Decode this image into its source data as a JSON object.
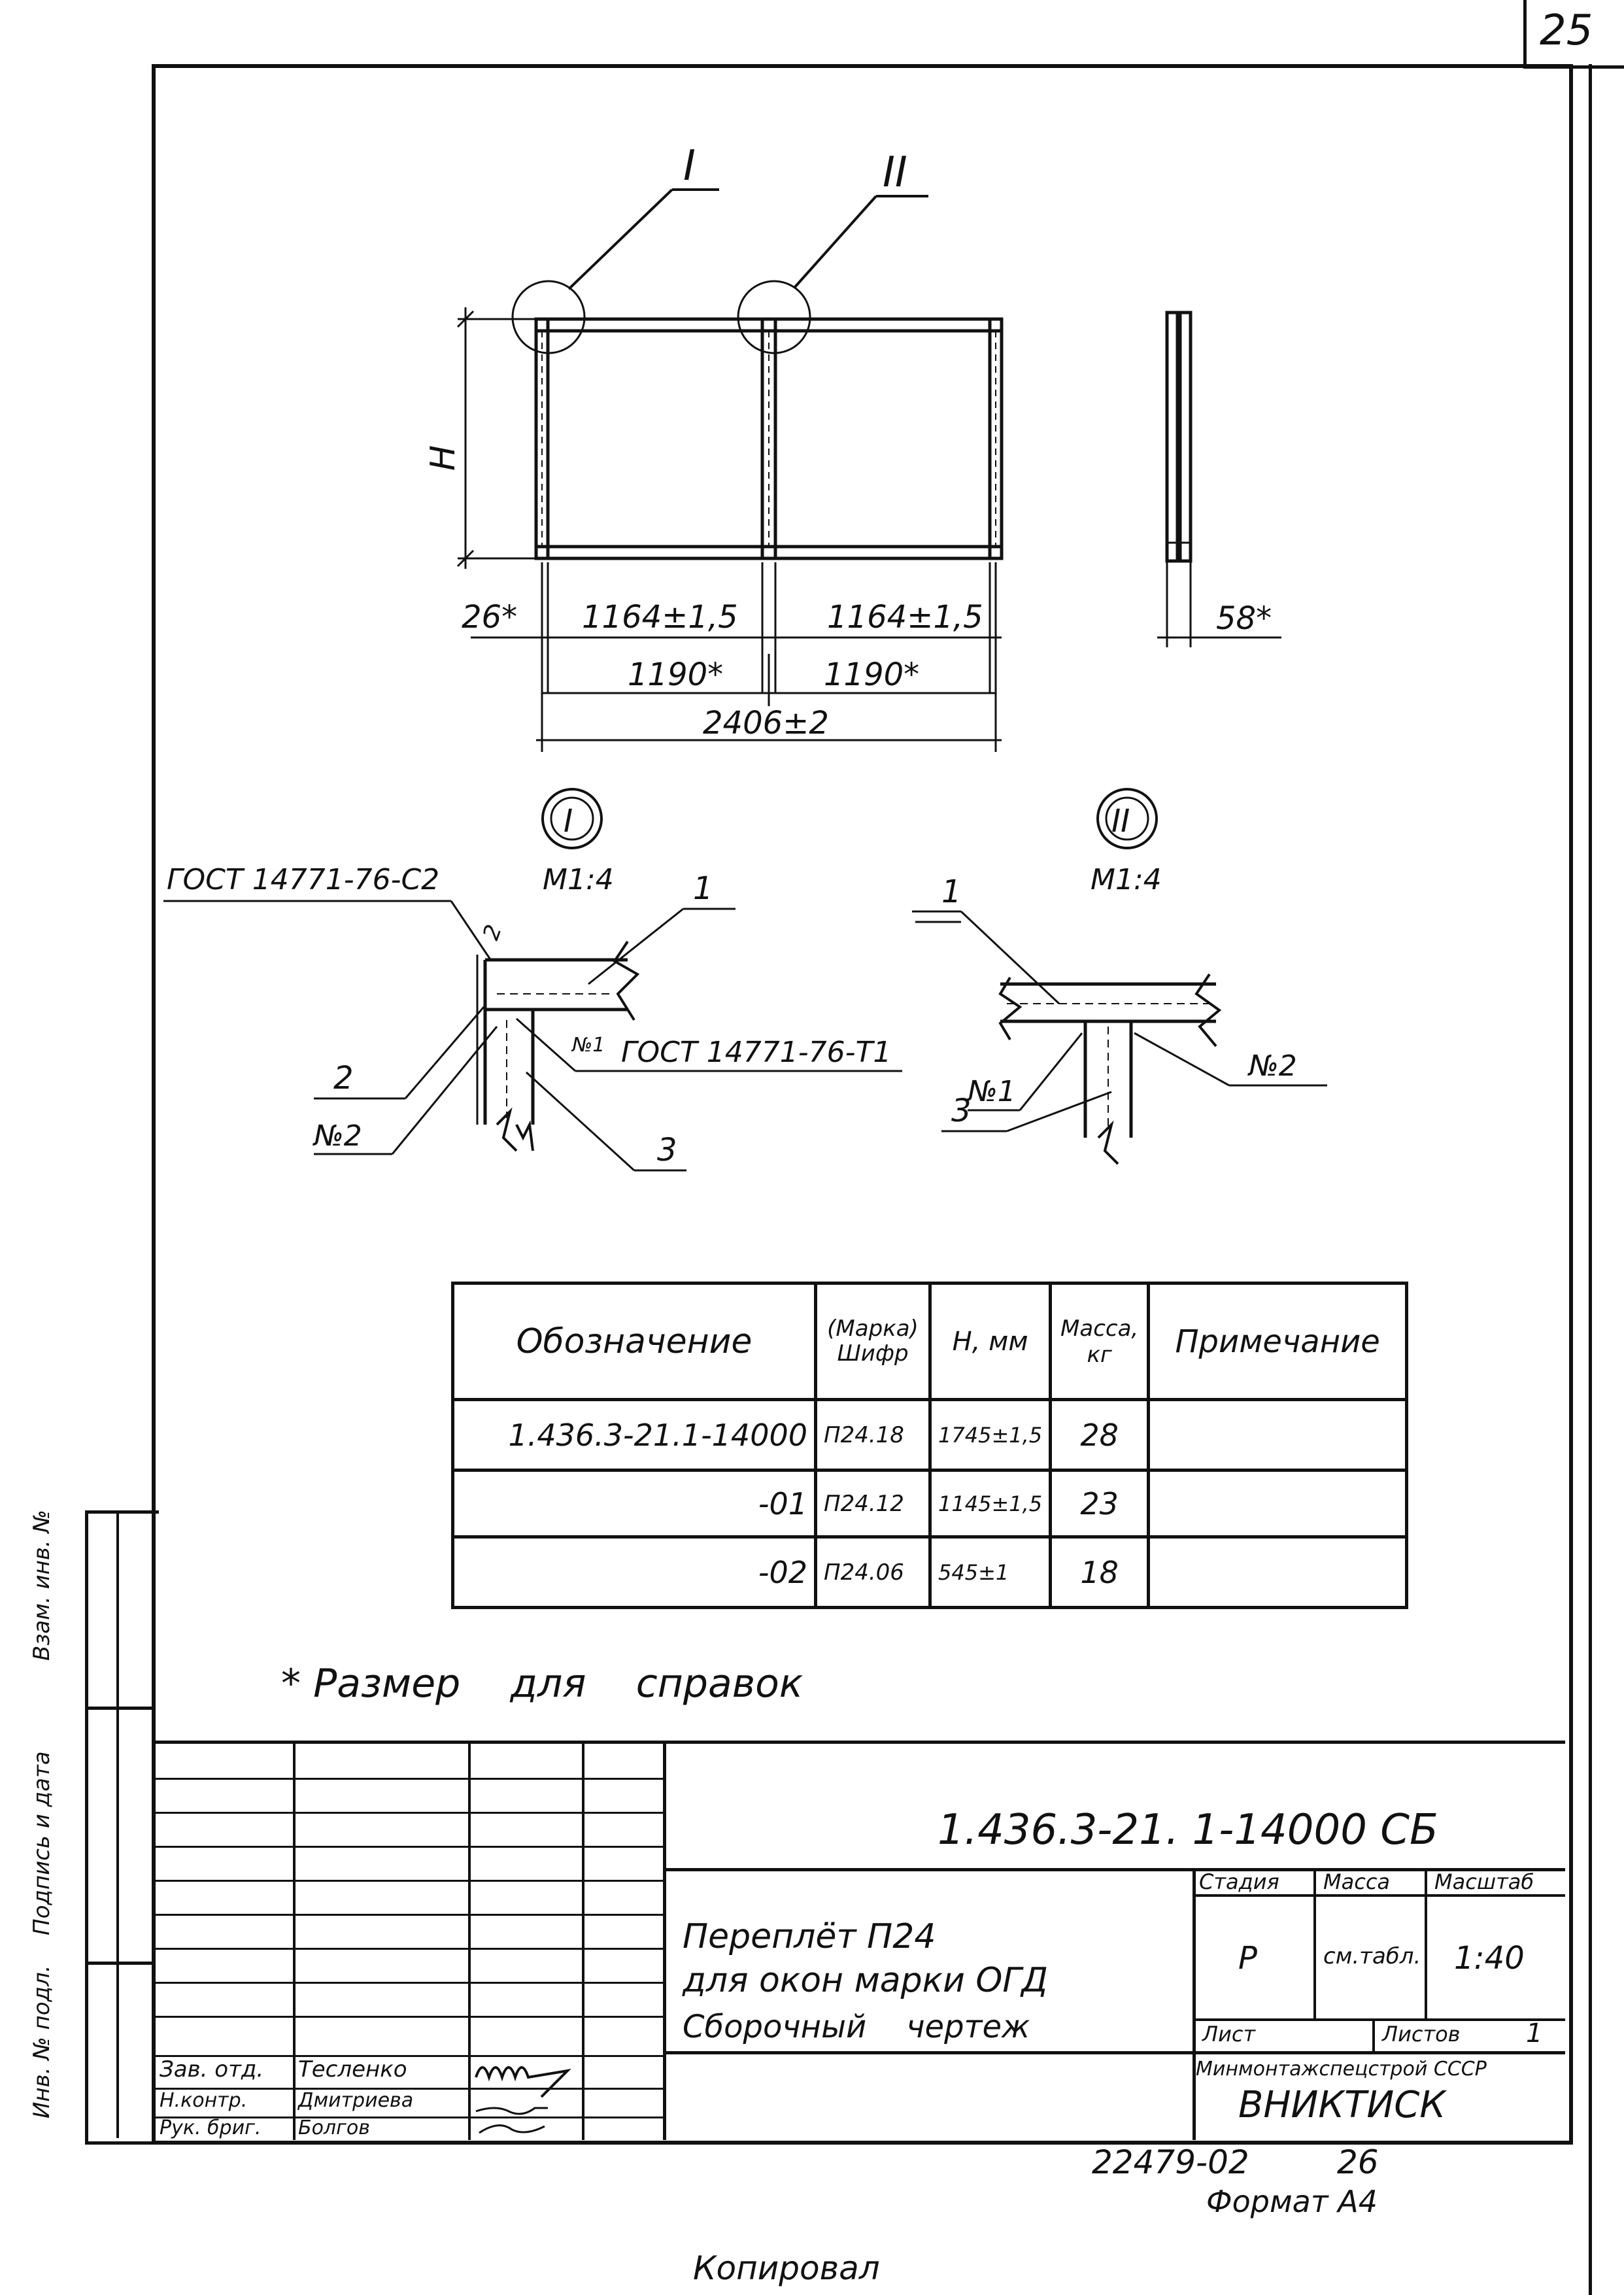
{
  "sheet": {
    "page_number": "25",
    "document_code": "1.436.3-21. 1-14000 СБ",
    "title_lines": [
      "Переплёт П24",
      "для окон марки ОГД",
      "Сборочный    чертеж"
    ],
    "stage_header": "Стадия",
    "mass_header": "Масса",
    "scale_header": "Масштаб",
    "stage": "Р",
    "mass": "см.табл.",
    "scale": "1:40",
    "sheet_label": "Лист",
    "sheets_label": "Листов",
    "sheets_count": "1",
    "organization_lines": [
      "Минмонтажспецстрой СССР",
      "ВНИКТИСК"
    ],
    "order_number": "22479-02",
    "order_sheet": "26",
    "copied_label": "Копировал",
    "format_label": "Формат А4",
    "footnote": "* Размер    для    справок",
    "side_stamps": [
      "Взам. инв. №",
      "Подпись и дата",
      "Инв. № подл."
    ],
    "signatures": [
      {
        "role": "Зав. отд.",
        "name": "Тесленко"
      },
      {
        "role": "Н.контр.",
        "name": "Дмитриева"
      },
      {
        "role": "Рук. бриг.",
        "name": "Болгов"
      }
    ]
  },
  "drawing": {
    "node_marks": [
      "I",
      "II"
    ],
    "height_label": "H",
    "dim_edge": "26*",
    "dim_light_1": "1164±1,5",
    "dim_light_2": "1164±1,5",
    "dim_mod_1": "1190*",
    "dim_mod_2": "1190*",
    "dim_total": "2406±2",
    "dim_depth": "58*",
    "node1_gost_top": "ГОСТ 14771-76-С2",
    "node1_scale": "М1:4",
    "node1_weld_size": "2",
    "node1_gost_side": "ГОСТ 14771-76-Т1",
    "node1_weld_no": "№1",
    "node1_pos1": "1",
    "node1_pos2": "2",
    "node1_pos3": "3",
    "node1_weld2": "№2",
    "node2_scale": "М1:4",
    "node2_pos1": "1",
    "node2_pos3": "3",
    "node2_weld1": "№1",
    "node2_weld2": "№2"
  },
  "table": {
    "headers": {
      "designation": "Обозначение",
      "mark": "(Марка) Шифр",
      "h": "Н, мм",
      "mass": "Масса, кг",
      "note": "Примечание"
    },
    "rows": [
      {
        "designation": "1.436.3-21.1-14000",
        "mark": "П24.18",
        "h": "1745±1,5",
        "mass": "28",
        "note": ""
      },
      {
        "designation": "-01",
        "mark": "П24.12",
        "h": "1145±1,5",
        "mass": "23",
        "note": ""
      },
      {
        "designation": "-02",
        "mark": "П24.06",
        "h": "545±1",
        "mass": "18",
        "note": ""
      }
    ]
  }
}
